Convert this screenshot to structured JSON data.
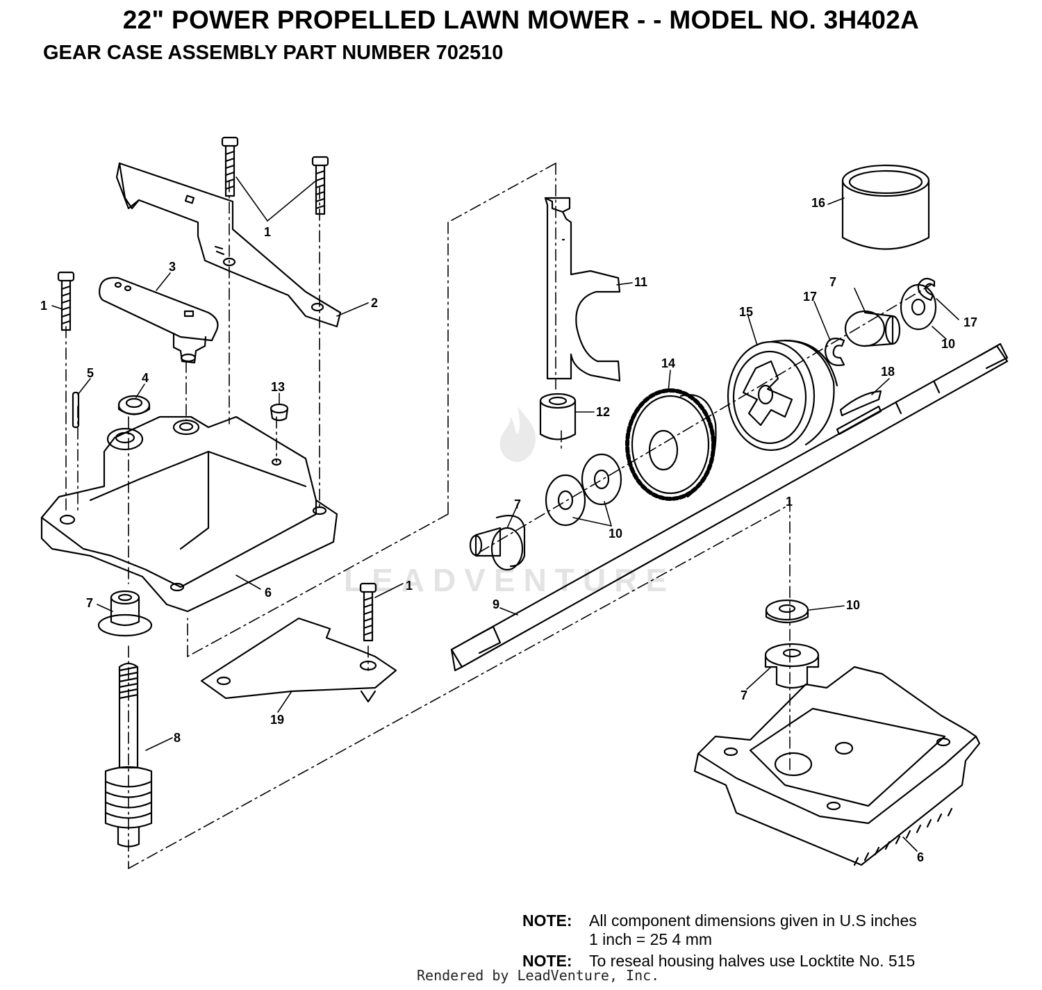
{
  "header": {
    "title": "22\" POWER PROPELLED LAWN MOWER - - MODEL NO. 3H402A",
    "subtitle": "GEAR CASE ASSEMBLY PART NUMBER 702510"
  },
  "callouts": {
    "c1_top": "1",
    "c1_left": "1",
    "c1_bottom": "1",
    "c1_right": "1",
    "c2": "2",
    "c3": "3",
    "c4": "4",
    "c5": "5",
    "c6_upper": "6",
    "c6_lower": "6",
    "c7_left": "7",
    "c7_mid": "7",
    "c7_top": "7",
    "c7_right": "7",
    "c8": "8",
    "c9": "9",
    "c10_mid": "10",
    "c10_top": "10",
    "c10_right": "10",
    "c11": "11",
    "c12": "12",
    "c13": "13",
    "c14": "14",
    "c15": "15",
    "c16": "16",
    "c17_left": "17",
    "c17_right": "17",
    "c18": "18",
    "c19": "19"
  },
  "notes": {
    "label1": "NOTE:",
    "line1": "All component dimensions given in U.S  inches",
    "line2": "1 inch = 25 4 mm",
    "label2": "NOTE:",
    "line3": "To reseal housing halves use Locktite No. 515"
  },
  "watermark": "LEADVENTURE",
  "footer": "Rendered by LeadVenture, Inc."
}
